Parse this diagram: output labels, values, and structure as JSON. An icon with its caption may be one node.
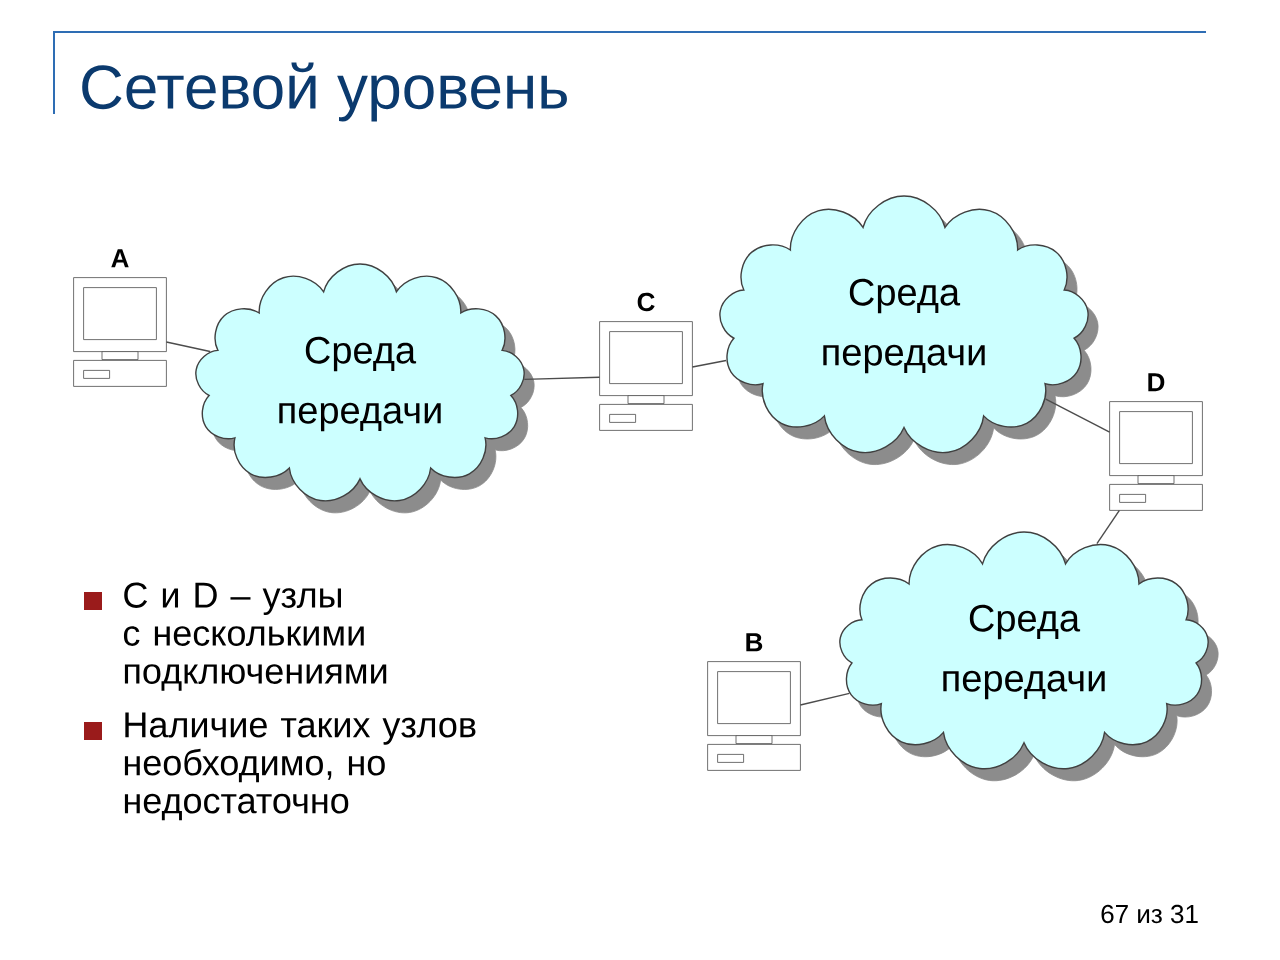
{
  "diagram": {
    "title": "Сетевой уровень",
    "nodes": [
      {
        "text": [
          "A"
        ]
      },
      {
        "text": [
          "Среда передачи"
        ]
      },
      {
        "text": [
          "C"
        ]
      },
      {
        "text": [
          "Среда передачи"
        ]
      },
      {
        "text": [
          "D"
        ]
      },
      {
        "text": [
          "Среда передачи"
        ]
      },
      {
        "text": [
          "B"
        ]
      }
    ],
    "edges": [
      {
        "from": 0,
        "to": 1,
        "arrow": "none"
      },
      {
        "from": 1,
        "to": 2,
        "arrow": "none"
      },
      {
        "from": 2,
        "to": 3,
        "arrow": "none"
      },
      {
        "from": 3,
        "to": 4,
        "arrow": "none"
      },
      {
        "from": 4,
        "to": 5,
        "arrow": "none"
      },
      {
        "from": 6,
        "to": 5,
        "arrow": "none"
      }
    ],
    "labels": [
      "C и D – узлы с несколькими подключениями",
      "Наличие таких узлов необходимо, но недостаточно",
      "67 из 31"
    ]
  }
}
